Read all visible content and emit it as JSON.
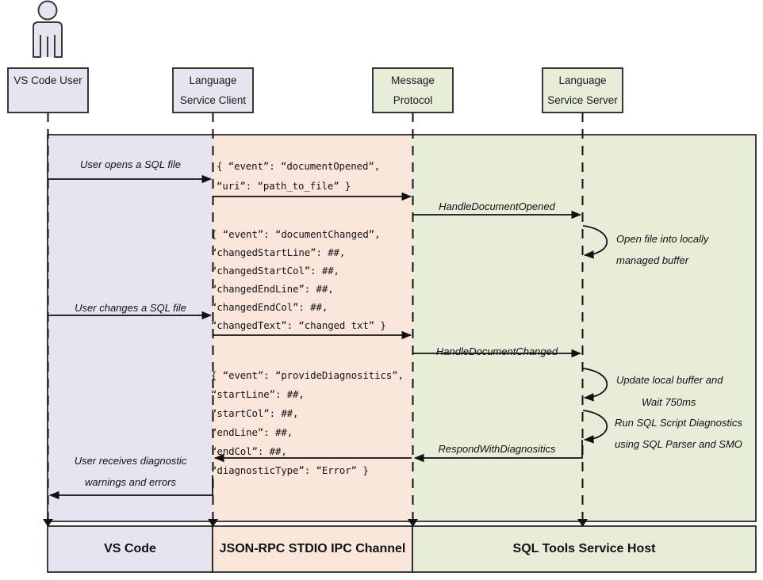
{
  "diagram": {
    "title": "SQL Tools Service sequence diagram",
    "colors": {
      "band_vscode": "#e6e4ef",
      "band_ipc": "#fae6da",
      "band_host": "#e6edd9",
      "stroke": "#1a1a1a",
      "actor_fill": "#e6e4ef"
    }
  },
  "actor": {
    "name": "actor-figure"
  },
  "participants": [
    {
      "id": "vscode-user",
      "line1": "VS Code User",
      "line2": "",
      "fill": "#e6e4ef"
    },
    {
      "id": "language-service-client",
      "line1": "Language",
      "line2": "Service Client",
      "fill": "#e6e4ef"
    },
    {
      "id": "message-protocol",
      "line1": "Message",
      "line2": "Protocol",
      "fill": "#e6edd9"
    },
    {
      "id": "language-service-server",
      "line1": "Language",
      "line2": "Service Server",
      "fill": "#e6edd9"
    }
  ],
  "messages": {
    "user_opens": "User opens a SQL file",
    "user_changes": "User changes a SQL file",
    "user_receives_line1": "User receives diagnostic",
    "user_receives_line2": "warnings and errors",
    "handle_document_opened": "HandleDocumentOpened",
    "handle_document_changed": "HandleDocumentChanged",
    "respond_with_diagnositics": "RespondWithDiagnositics"
  },
  "json_blocks": {
    "document_opened": [
      "{ “event”: “documentOpened”,",
      "   “uri”: “path_to_file” }"
    ],
    "document_changed": [
      "{ “event”: “documentChanged”,",
      "   “changedStartLine”: ##,",
      "   “changedStartCol”: ##,",
      "   “changedEndLine”: ##,",
      "   “changedEndCol”: ##,",
      "   “changedText”: “changed txt” }"
    ],
    "provide_diagnositics": [
      "{ “event”: “provideDiagnositics”,",
      "   “startLine”: ##,",
      "   “startCol”: ##,",
      "   “endLine”: ##,",
      "   “endCol”: ##,",
      "   “diagnosticType”: “Error” }"
    ]
  },
  "self_calls": [
    {
      "id": "open-file-buffer",
      "line1": "Open file into locally",
      "line2": "managed buffer"
    },
    {
      "id": "update-buffer-wait",
      "line1": "Update local buffer and",
      "line2": "Wait 750ms"
    },
    {
      "id": "run-diagnostics",
      "line1": "Run SQL Script Diagnostics",
      "line2": "using SQL Parser and SMO"
    }
  ],
  "footer": [
    {
      "id": "footer-vscode",
      "label": "VS Code",
      "fill": "#e6e4ef"
    },
    {
      "id": "footer-ipc",
      "label": "JSON-RPC STDIO IPC Channel",
      "fill": "#fae6da"
    },
    {
      "id": "footer-host",
      "label": "SQL Tools Service Host",
      "fill": "#e6edd9"
    }
  ]
}
